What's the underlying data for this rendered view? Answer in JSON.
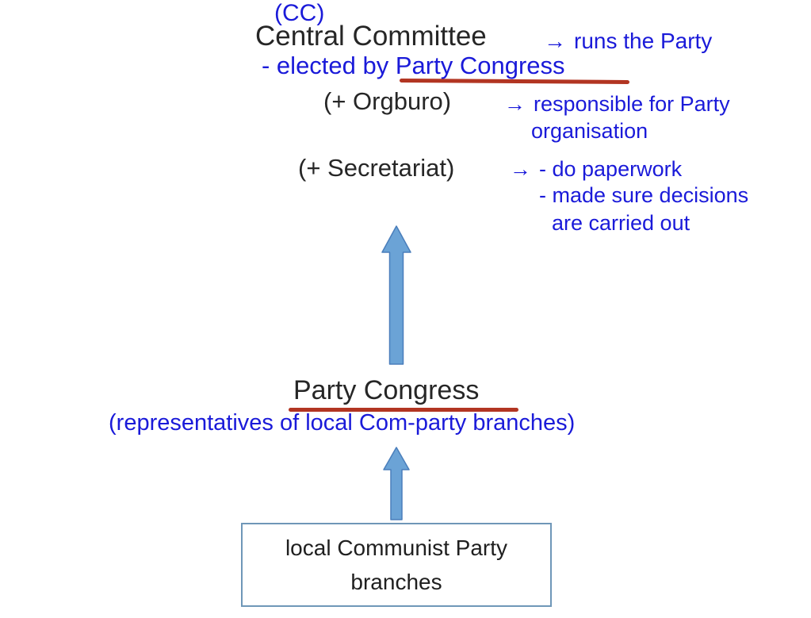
{
  "colors": {
    "blue_text": "#1a1ad9",
    "black_text": "#262626",
    "red_underline": "#b23522",
    "arrow_fill": "#6ba3d6",
    "arrow_stroke": "#4a7ebb",
    "box_border": "#6f97b8"
  },
  "diagram": {
    "cc_label": "(CC)",
    "central_committee": "Central Committee",
    "arrow_glyph": "→",
    "runs_party": "runs the Party",
    "elected_by": "- elected by Party Congress",
    "orgburo": "(+ Orgburo)",
    "orgburo_note_line1": "responsible for Party",
    "orgburo_note_line2": "organisation",
    "secretariat": "(+ Secretariat)",
    "secretariat_note_line1": "- do paperwork",
    "secretariat_note_line2": "- made sure decisions",
    "secretariat_note_line3": "are carried out",
    "party_congress": "Party Congress",
    "representatives_note": "(representatives of local Com-party branches)",
    "local_branches_line1": "local Communist Party",
    "local_branches_line2": "branches"
  }
}
